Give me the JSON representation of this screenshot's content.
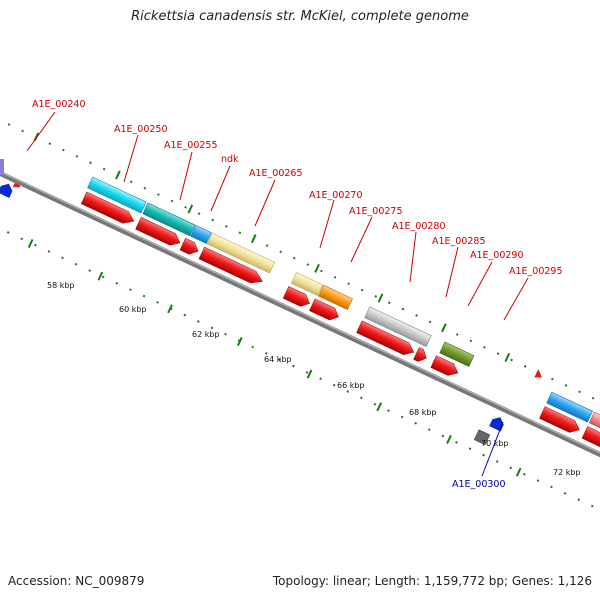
{
  "title": "Rickettsia canadensis str. McKiel, complete genome",
  "footer": {
    "accession": "Accession: NC_009879",
    "summary": "Topology: linear; Length: 1,159,772 bp; Genes: 1,126"
  },
  "scale_labels": [
    "58 kbp",
    "60 kbp",
    "62 kbp",
    "64 kbp",
    "66 kbp",
    "68 kbp",
    "70 kbp",
    "72 kbp"
  ],
  "genes_forward": [
    "A1E_00240",
    "A1E_00250",
    "A1E_00255",
    "ndk",
    "A1E_00265",
    "A1E_00270",
    "A1E_00275",
    "A1E_00280",
    "A1E_00285",
    "A1E_00290",
    "A1E_00295"
  ],
  "genes_reverse": [
    "A1E_00300"
  ],
  "colors": {
    "forward_label": "#cc0000",
    "reverse_label": "#0000aa",
    "cds_red": "#e81818",
    "tick_green": "#1a7a1a"
  }
}
